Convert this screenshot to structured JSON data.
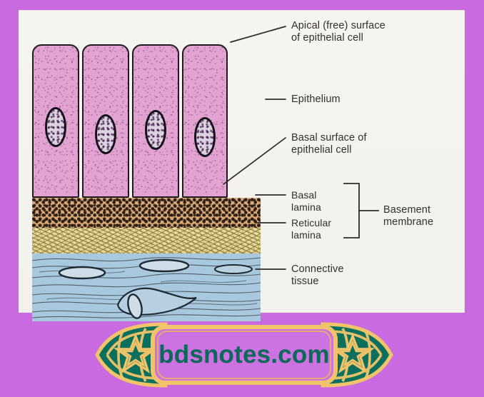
{
  "page": {
    "background_color": "#c96ae0"
  },
  "figure": {
    "card_background": "#f3f2ef",
    "title": "Epithelium and basement membrane histology diagram",
    "layers": [
      {
        "name": "epithelium",
        "color": "#e3a3d2",
        "cell_count": 4,
        "description": "Simple columnar epithelial cells with oval nuclei"
      },
      {
        "name": "basal-lamina",
        "color": "#d9a774",
        "description": "Dense dotted tan layer"
      },
      {
        "name": "reticular-lamina",
        "color": "#e3d693",
        "description": "Pale yellow fibrous layer"
      },
      {
        "name": "connective-tissue",
        "color": "#a9c8de",
        "description": "Blue wavy collagen fibers with fibroblast nuclei"
      }
    ]
  },
  "labels": {
    "apical": "Apical (free) surface\nof epithelial cell",
    "epithelium": "Epithelium",
    "basal_surface": "Basal surface of\nepithelial cell",
    "basal_lamina": "Basal\nlamina",
    "reticular_lamina": "Reticular\nlamina",
    "basement_membrane": "Basement\nmembrane",
    "connective_tissue": "Connective\ntissue"
  },
  "banner": {
    "site_name": "bdsnotes.com",
    "text_color": "#0a6a57",
    "frame_color": "#f2c46a",
    "ornament_color": "#0b6f5e",
    "plaque_color": "#cd72e2"
  }
}
